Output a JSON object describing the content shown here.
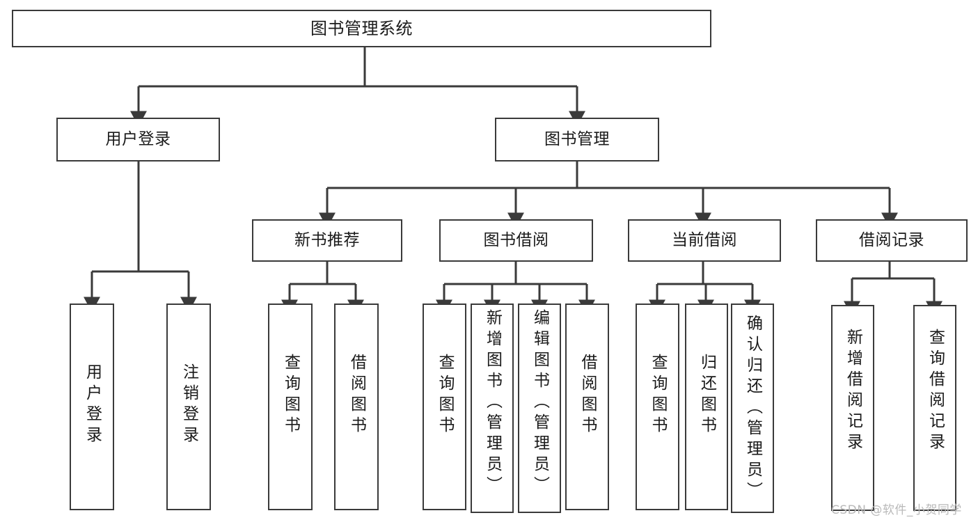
{
  "diagram": {
    "type": "tree-hierarchy-chart",
    "title": "图书管理系统",
    "orientation": "top-down",
    "colors": {
      "background": "#ffffff",
      "box_border": "#3a3a3a",
      "box_fill": "#ffffff",
      "connector": "#3a3a3a",
      "text": "#1a1a1a",
      "watermark": "#b9b9b9"
    },
    "root": {
      "label": "图书管理系统"
    },
    "level2": [
      {
        "label": "用户登录"
      },
      {
        "label": "图书管理"
      }
    ],
    "level3": [
      {
        "label": "新书推荐"
      },
      {
        "label": "图书借阅"
      },
      {
        "label": "当前借阅"
      },
      {
        "label": "借阅记录"
      }
    ],
    "leaves": {
      "user_login": [
        {
          "label": "用户登录"
        },
        {
          "label": "注销登录"
        }
      ],
      "new_book_recommend": [
        {
          "label": "查询图书"
        },
        {
          "label": "借阅图书"
        }
      ],
      "book_borrow": [
        {
          "label": "查询图书"
        },
        {
          "label": "新增图书（管理员）"
        },
        {
          "label": "编辑图书（管理员）"
        },
        {
          "label": "借阅图书"
        }
      ],
      "current_borrow": [
        {
          "label": "查询图书"
        },
        {
          "label": "归还图书"
        },
        {
          "label": "确认归还（管理员）"
        }
      ],
      "borrow_records": [
        {
          "label": "新增借阅记录"
        },
        {
          "label": "查询借阅记录"
        }
      ]
    }
  },
  "watermark": {
    "text": "CSDN @软件_小贺同学"
  }
}
